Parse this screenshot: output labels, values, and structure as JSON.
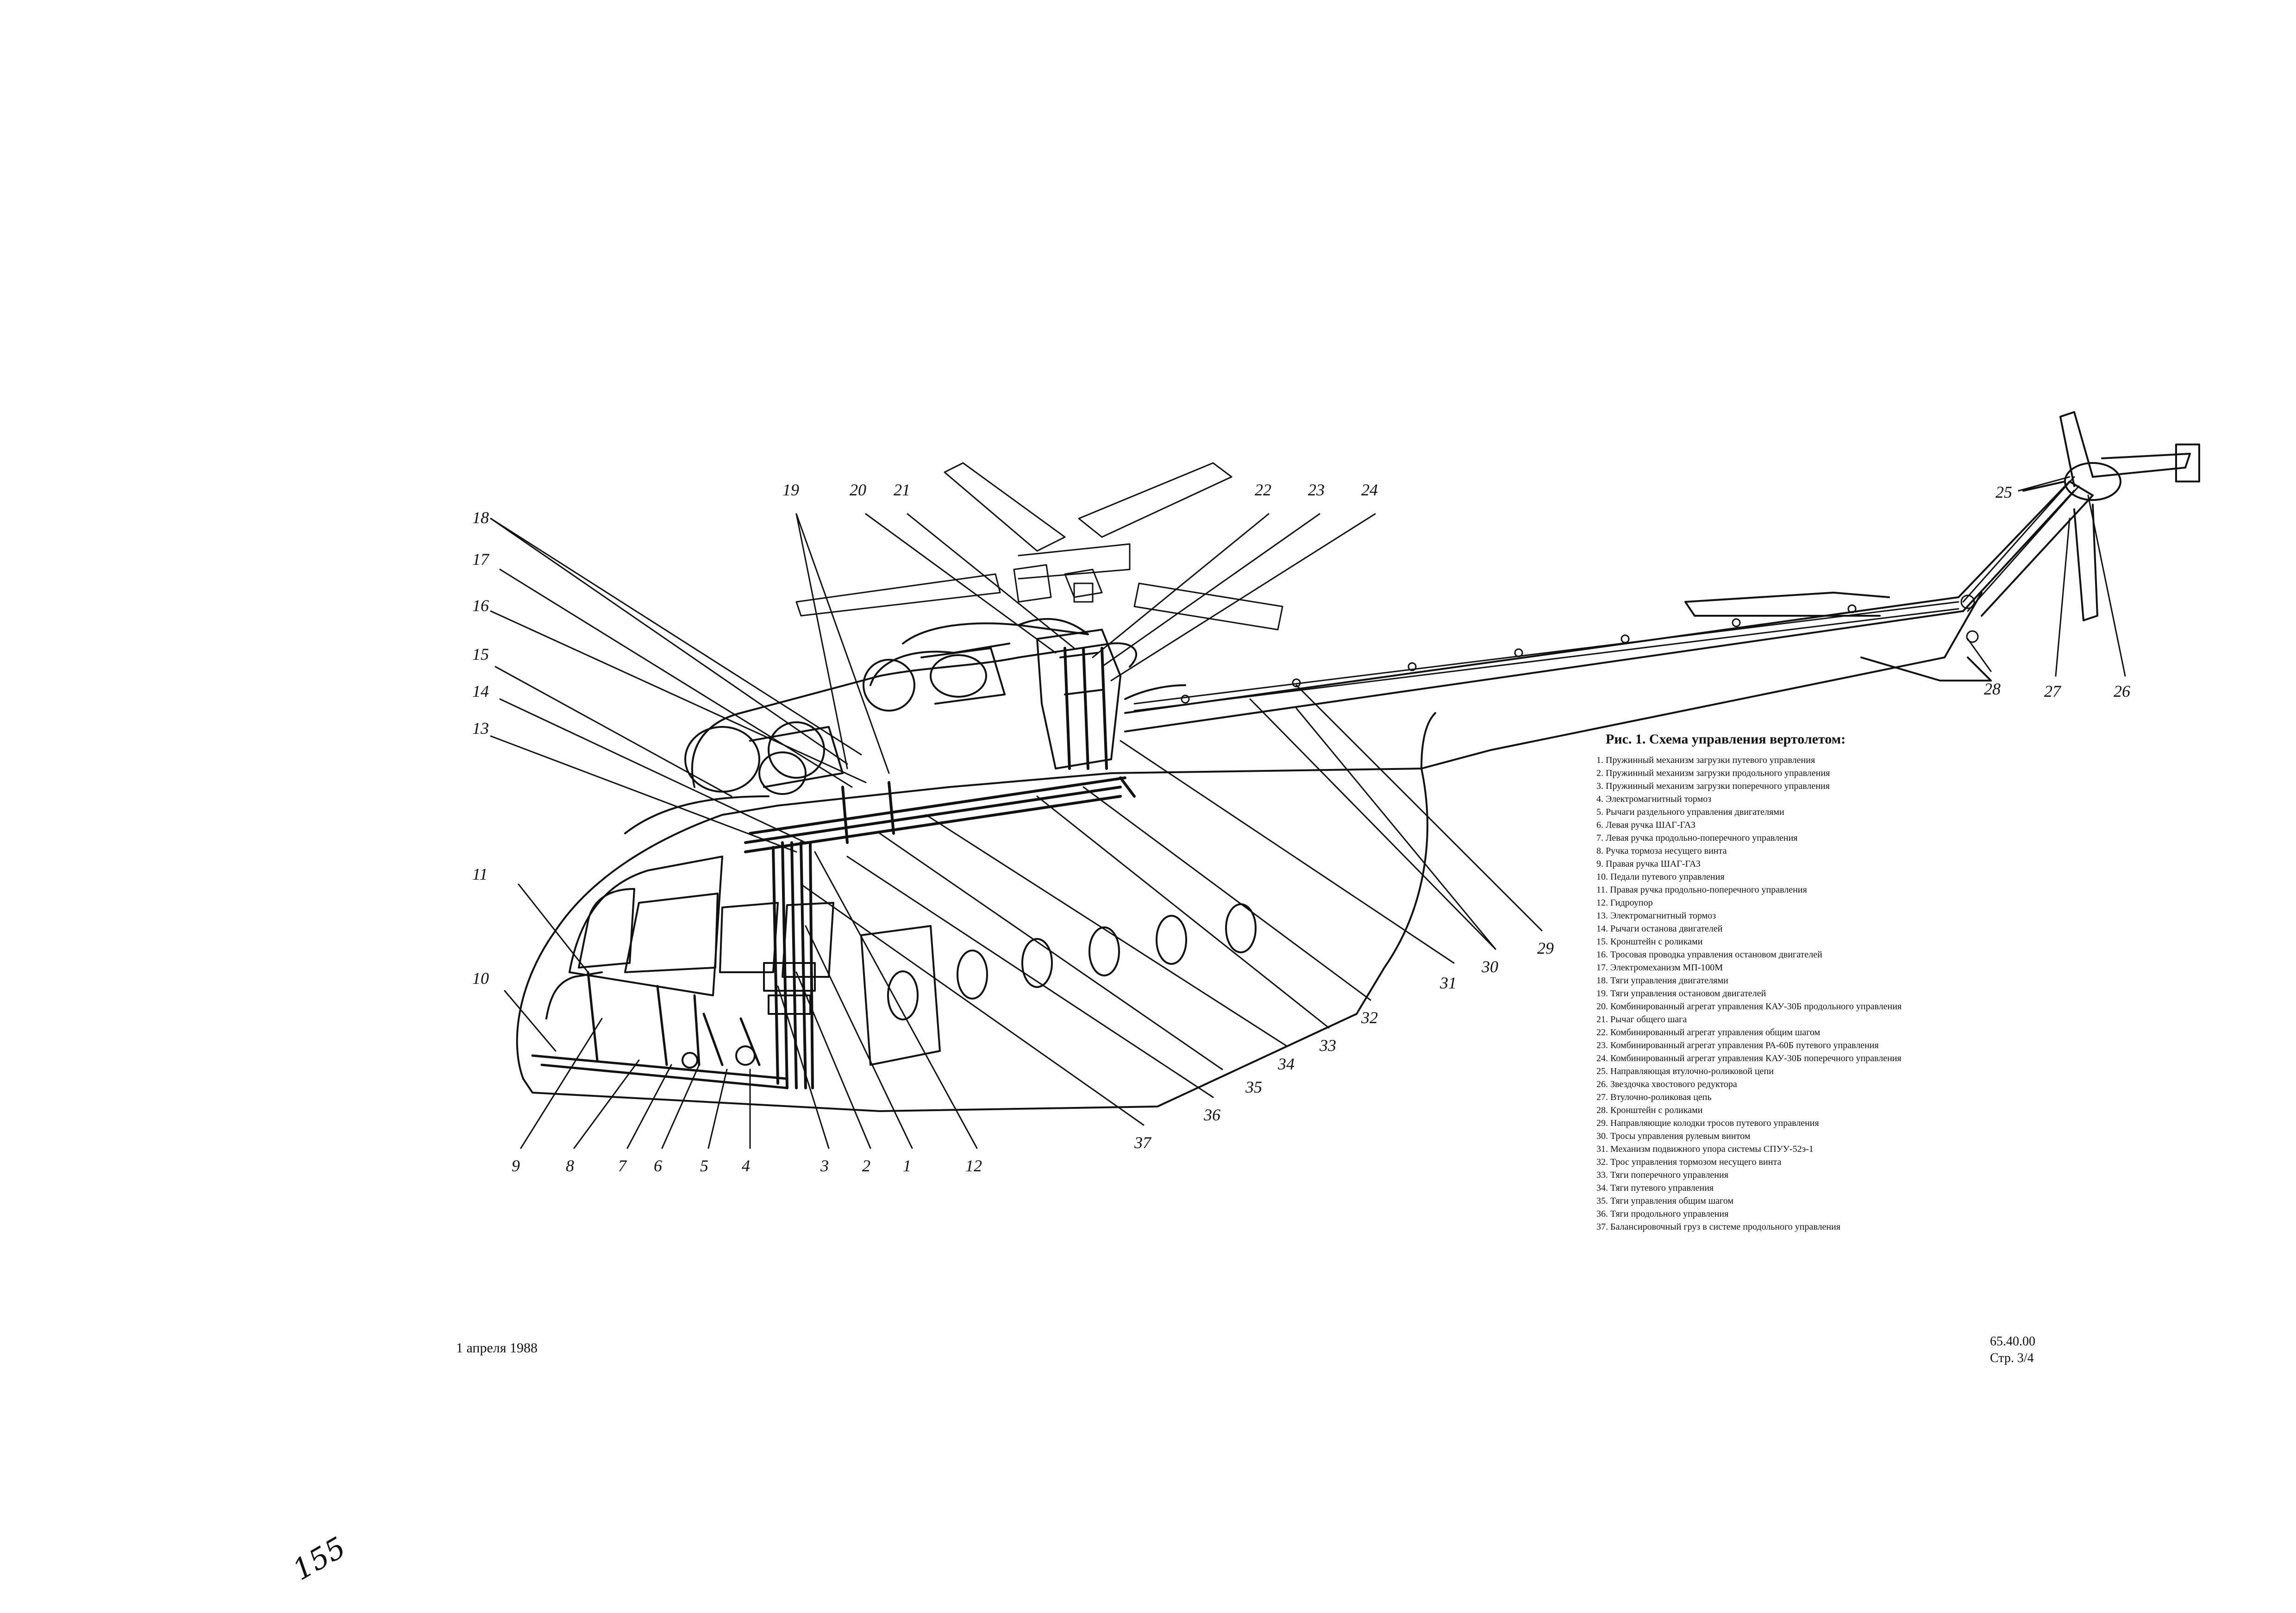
{
  "figure": {
    "title": "Рис. 1. Схема управления вертолетом:"
  },
  "callouts": [
    "1",
    "2",
    "3",
    "4",
    "5",
    "6",
    "7",
    "8",
    "9",
    "10",
    "11",
    "12",
    "13",
    "14",
    "15",
    "16",
    "17",
    "18",
    "19",
    "20",
    "21",
    "22",
    "23",
    "24",
    "25",
    "26",
    "27",
    "28",
    "29",
    "30",
    "31",
    "32",
    "33",
    "34",
    "35",
    "36",
    "37"
  ],
  "legend": [
    "1. Пружинный механизм загрузки путевого управления",
    "2. Пружинный механизм загрузки продольного управления",
    "3. Пружинный механизм загрузки поперечного управления",
    "4. Электромагнитный тормоз",
    "5. Рычаги раздельного управления двигателями",
    "6. Левая ручка ШАГ-ГАЗ",
    "7. Левая ручка продольно-поперечного управления",
    "8. Ручка тормоза несущего винта",
    "9. Правая ручка ШАГ-ГАЗ",
    "10. Педали путевого управления",
    "11. Правая ручка продольно-поперечного управления",
    "12. Гидроупор",
    "13. Электромагнитный тормоз",
    "14. Рычаги останова двигателей",
    "15. Кронштейн с роликами",
    "16. Тросовая проводка управления остановом двигателей",
    "17. Электромеханизм МП-100М",
    "18. Тяги управления двигателями",
    "19. Тяги управления остановом двигателей",
    "20. Комбинированный агрегат управления КАУ-30Б продольного управления",
    "21. Рычаг общего шага",
    "22. Комбинированный агрегат управления общим шагом",
    "23. Комбинированный агрегат управления РА-60Б путевого управления",
    "24. Комбинированный агрегат управления КАУ-30Б поперечного управления",
    "25. Направляющая втулочно-роликовой цепи",
    "26. Звездочка хвостового редуктора",
    "27. Втулочно-роликовая цепь",
    "28. Кронштейн с роликами",
    "29. Направляющие колодки тросов путевого управления",
    "30. Тросы управления рулевым винтом",
    "31. Механизм подвижного упора системы СПУУ-52э-1",
    "32. Трос управления тормозом несущего винта",
    "33. Тяги поперечного управления",
    "34. Тяги путевого управления",
    "35. Тяги управления общим шагом",
    "36. Тяги продольного управления",
    "37. Балансировочный груз в системе продольного управления"
  ],
  "footer": {
    "date": "1 апреля 1988",
    "code": "65.40.00",
    "page": "Стр. 3/4"
  },
  "handwritten_note": "155"
}
